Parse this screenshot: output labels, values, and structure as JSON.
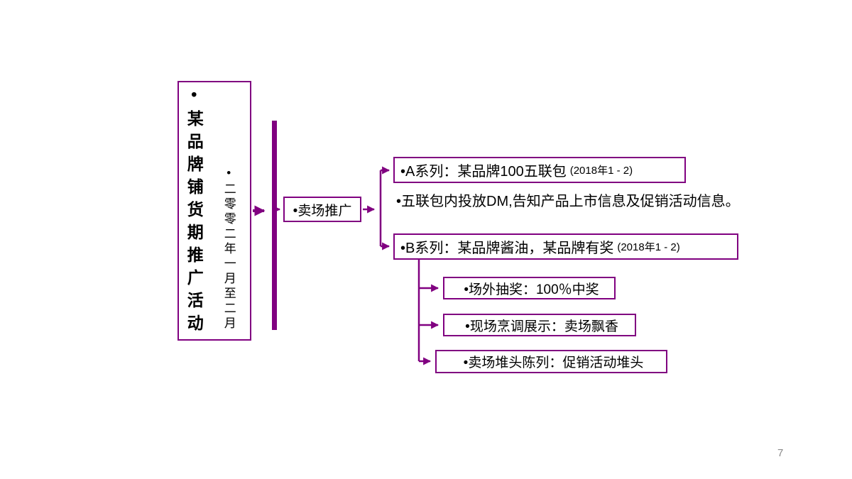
{
  "colors": {
    "accent": "#800080",
    "text": "#000000",
    "page_number": "#8a8a8a",
    "background": "#ffffff"
  },
  "flowchart": {
    "root_box": {
      "title": "•某品牌铺货期推广活动",
      "subtitle": "•二零零二年一月至二月"
    },
    "level1_box": {
      "label": "•卖场推广"
    },
    "series_a_box": {
      "label": "•A系列：某品牌100五联包",
      "date": "(2018年1 - 2)"
    },
    "note_text": "•五联包内投放DM,告知产品上市信息及促销活动信息。",
    "series_b_box": {
      "label": "•B系列：某品牌酱油，某品牌有奖",
      "date": "(2018年1 - 2)"
    },
    "sub_boxes": [
      {
        "label": "•场外抽奖：100％中奖"
      },
      {
        "label": "•现场烹调展示：卖场飘香"
      },
      {
        "label": "•卖场堆头陈列：促销活动堆头"
      }
    ]
  },
  "page": {
    "number": "7"
  }
}
